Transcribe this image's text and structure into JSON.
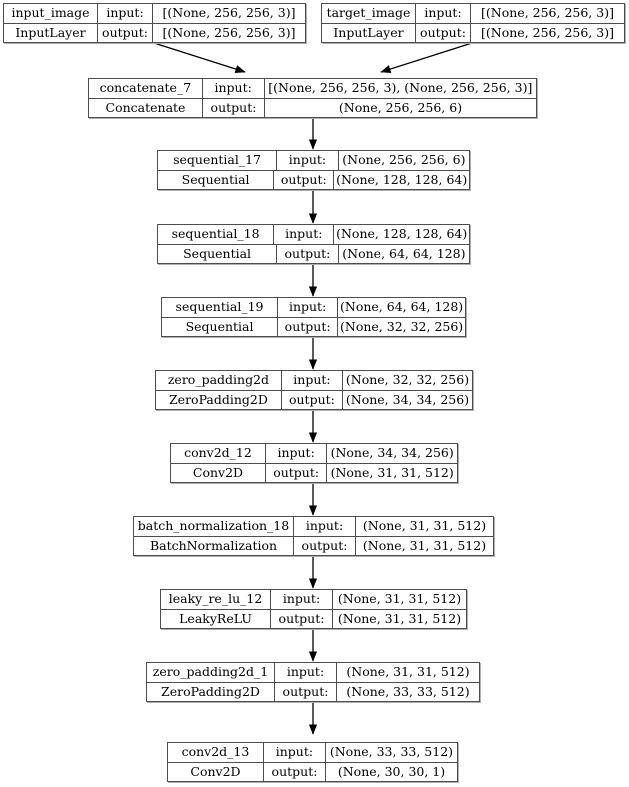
{
  "diagram": {
    "title": "Keras model architecture graph",
    "type": "directed-graph",
    "orientation": "top-to-bottom",
    "edge_color": "#000000",
    "box_border_color": "#4d4d4d",
    "background_color": "#ffffff",
    "column_labels": {
      "input": "input:",
      "output": "output:"
    },
    "nodes": [
      {
        "id": "input_image",
        "name": "input_image",
        "class": "InputLayer",
        "input_shape": "[(None, 256, 256, 3)]",
        "output_shape": "[(None, 256, 256, 3)]"
      },
      {
        "id": "target_image",
        "name": "target_image",
        "class": "InputLayer",
        "input_shape": "[(None, 256, 256, 3)]",
        "output_shape": "[(None, 256, 256, 3)]"
      },
      {
        "id": "concatenate_7",
        "name": "concatenate_7",
        "class": "Concatenate",
        "input_shape": "[(None, 256, 256, 3), (None, 256, 256, 3)]",
        "output_shape": "(None, 256, 256, 6)"
      },
      {
        "id": "sequential_17",
        "name": "sequential_17",
        "class": "Sequential",
        "input_shape": "(None, 256, 256, 6)",
        "output_shape": "(None, 128, 128, 64)"
      },
      {
        "id": "sequential_18",
        "name": "sequential_18",
        "class": "Sequential",
        "input_shape": "(None, 128, 128, 64)",
        "output_shape": "(None, 64, 64, 128)"
      },
      {
        "id": "sequential_19",
        "name": "sequential_19",
        "class": "Sequential",
        "input_shape": "(None, 64, 64, 128)",
        "output_shape": "(None, 32, 32, 256)"
      },
      {
        "id": "zero_padding2d",
        "name": "zero_padding2d",
        "class": "ZeroPadding2D",
        "input_shape": "(None, 32, 32, 256)",
        "output_shape": "(None, 34, 34, 256)"
      },
      {
        "id": "conv2d_12",
        "name": "conv2d_12",
        "class": "Conv2D",
        "input_shape": "(None, 34, 34, 256)",
        "output_shape": "(None, 31, 31, 512)"
      },
      {
        "id": "batch_normalization_18",
        "name": "batch_normalization_18",
        "class": "BatchNormalization",
        "input_shape": "(None, 31, 31, 512)",
        "output_shape": "(None, 31, 31, 512)"
      },
      {
        "id": "leaky_re_lu_12",
        "name": "leaky_re_lu_12",
        "class": "LeakyReLU",
        "input_shape": "(None, 31, 31, 512)",
        "output_shape": "(None, 31, 31, 512)"
      },
      {
        "id": "zero_padding2d_1",
        "name": "zero_padding2d_1",
        "class": "ZeroPadding2D",
        "input_shape": "(None, 31, 31, 512)",
        "output_shape": "(None, 33, 33, 512)"
      },
      {
        "id": "conv2d_13",
        "name": "conv2d_13",
        "class": "Conv2D",
        "input_shape": "(None, 33, 33, 512)",
        "output_shape": "(None, 30, 30, 1)"
      }
    ],
    "edges": [
      {
        "from": "input_image",
        "to": "concatenate_7"
      },
      {
        "from": "target_image",
        "to": "concatenate_7"
      },
      {
        "from": "concatenate_7",
        "to": "sequential_17"
      },
      {
        "from": "sequential_17",
        "to": "sequential_18"
      },
      {
        "from": "sequential_18",
        "to": "sequential_19"
      },
      {
        "from": "sequential_19",
        "to": "zero_padding2d"
      },
      {
        "from": "zero_padding2d",
        "to": "conv2d_12"
      },
      {
        "from": "conv2d_12",
        "to": "batch_normalization_18"
      },
      {
        "from": "batch_normalization_18",
        "to": "leaky_re_lu_12"
      },
      {
        "from": "leaky_re_lu_12",
        "to": "zero_padding2d_1"
      },
      {
        "from": "zero_padding2d_1",
        "to": "conv2d_13"
      }
    ]
  }
}
